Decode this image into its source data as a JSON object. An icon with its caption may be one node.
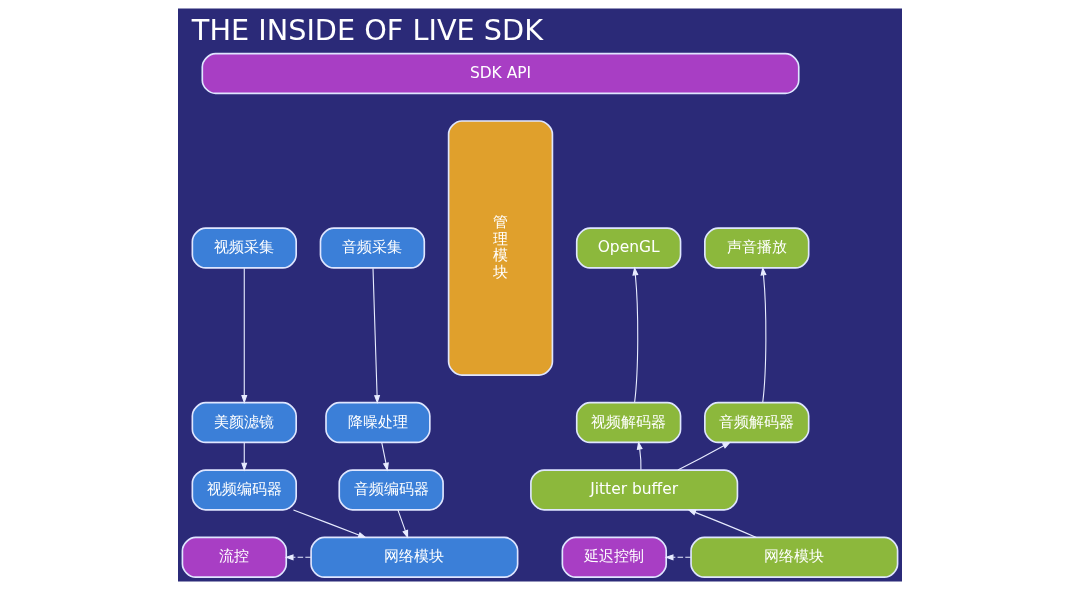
{
  "diagram": {
    "title": "THE INSIDE OF LIVE SDK",
    "nodes": [
      {
        "text": [
          "SDK API"
        ]
      },
      {
        "text": [
          "视频采集"
        ]
      },
      {
        "text": [
          "音频采集"
        ]
      },
      {
        "text": [
          "美颜滤镜"
        ]
      },
      {
        "text": [
          "降噪处理"
        ]
      },
      {
        "text": [
          "视频编码器"
        ]
      },
      {
        "text": [
          "音频编码器"
        ]
      },
      {
        "text": [
          "流控"
        ]
      },
      {
        "text": [
          "网络模块"
        ]
      },
      {
        "text": [
          "管理模块"
        ]
      },
      {
        "text": [
          "OpenGL"
        ]
      },
      {
        "text": [
          "声音播放"
        ]
      },
      {
        "text": [
          "视频解码器"
        ]
      },
      {
        "text": [
          "音频解码器"
        ]
      },
      {
        "text": [
          "Jitter buffer"
        ]
      },
      {
        "text": [
          "延迟控制"
        ]
      },
      {
        "text": [
          "网络模块"
        ]
      }
    ],
    "edges": [
      {
        "from": 1,
        "to": 3,
        "arrow": "to"
      },
      {
        "from": 3,
        "to": 5,
        "arrow": "to"
      },
      {
        "from": 5,
        "to": 8,
        "arrow": "to"
      },
      {
        "from": 2,
        "to": 4,
        "arrow": "to"
      },
      {
        "from": 4,
        "to": 6,
        "arrow": "to"
      },
      {
        "from": 6,
        "to": 8,
        "arrow": "to"
      },
      {
        "from": 8,
        "to": 7,
        "arrow": "to",
        "style": "dashed"
      },
      {
        "from": 16,
        "to": 14,
        "arrow": "to"
      },
      {
        "from": 14,
        "to": 12,
        "arrow": "to"
      },
      {
        "from": 14,
        "to": 13,
        "arrow": "to"
      },
      {
        "from": 12,
        "to": 10,
        "arrow": "to"
      },
      {
        "from": 13,
        "to": 11,
        "arrow": "to"
      },
      {
        "from": 16,
        "to": 15,
        "arrow": "to",
        "style": "dashed"
      }
    ]
  }
}
